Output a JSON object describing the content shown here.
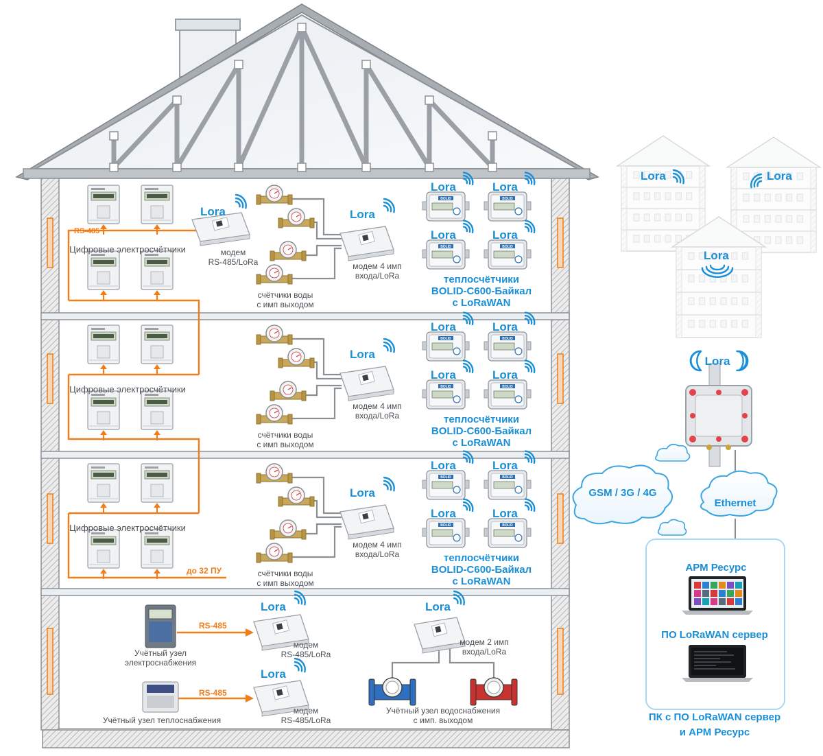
{
  "protocol": {
    "lora": "Lora",
    "rs485": "RS-485",
    "gsm": "GSM / 3G / 4G",
    "ethernet": "Ethernet"
  },
  "floors": [
    {
      "elec_label": "Цифровые электросчётчики",
      "modem_rs485": [
        "модем",
        "RS-485/LoRa"
      ],
      "water_label": [
        "счётчики воды",
        "с имп выходом"
      ],
      "modem_4imp": [
        "модем 4 имп",
        "входа/LoRa"
      ],
      "heat_label": [
        "теплосчётчики",
        "BOLID-C600-Байкал",
        "с LoRaWAN"
      ]
    },
    {
      "elec_label": "Цифровые электросчётчики",
      "water_label": [
        "счётчики воды",
        "с имп выходом"
      ],
      "modem_4imp": [
        "модем 4 имп",
        "входа/LoRa"
      ],
      "heat_label": [
        "теплосчётчики",
        "BOLID-C600-Байкал",
        "с LoRaWAN"
      ]
    },
    {
      "elec_label": "Цифровые электросчётчики",
      "max_meters": "до 32 ПУ",
      "water_label": [
        "счётчики воды",
        "с имп выходом"
      ],
      "modem_4imp": [
        "модем 4 имп",
        "входа/LoRa"
      ],
      "heat_label": [
        "теплосчётчики",
        "BOLID-C600-Байкал",
        "с LoRaWAN"
      ]
    }
  ],
  "basement": {
    "elec_node": [
      "Учётный узел",
      "электроснабжения"
    ],
    "heat_node": "Учётный узел теплоснабжения",
    "modem_rs485": [
      "модем",
      "RS-485/LoRa"
    ],
    "modem_2imp": [
      "модем 2 имп",
      "входа/LoRa"
    ],
    "water_node": [
      "Учётный узел водоснабжения",
      "с имп. выходом"
    ]
  },
  "server_box": {
    "arm": "АРМ Ресурс",
    "lorawan_server": "ПО LoRaWAN сервер",
    "caption": [
      "ПК с ПО LoRaWAN сервер",
      "и АРМ Ресурс"
    ]
  },
  "device_brand": "BOLID",
  "colors": {
    "lora_blue": "#1a8fd6",
    "orange": "#ef7d1a",
    "roof": "#9aa0a6",
    "wall_hatch": "#b7b7b7"
  }
}
